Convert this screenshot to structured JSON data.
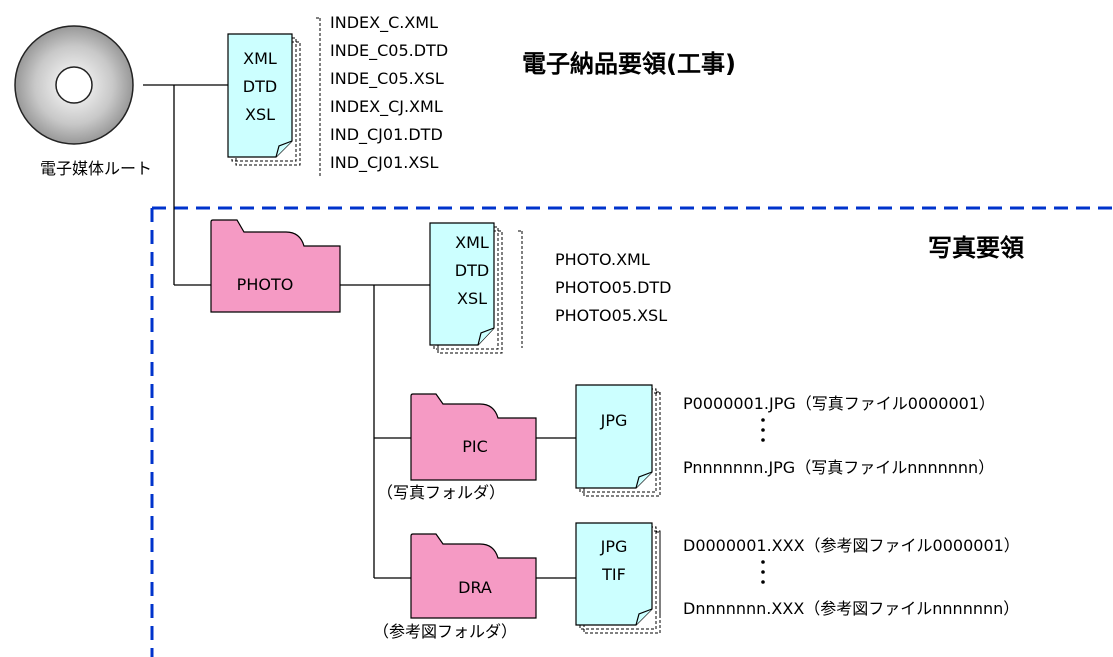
{
  "titles": {
    "main": "電子納品要領(工事)",
    "photo_section": "写真要領"
  },
  "root": {
    "label": "電子媒体ルート",
    "icon": "cd-disc-icon"
  },
  "root_files": {
    "types": [
      "XML",
      "DTD",
      "XSL"
    ],
    "names": [
      "INDEX_C.XML",
      "INDE_C05.DTD",
      "INDE_C05.XSL",
      "INDEX_CJ.XML",
      "IND_CJ01.DTD",
      "IND_CJ01.XSL"
    ]
  },
  "photo_folder": {
    "label": "PHOTO",
    "types": [
      "XML",
      "DTD",
      "XSL"
    ],
    "names": [
      "PHOTO.XML",
      "PHOTO05.DTD",
      "PHOTO05.XSL"
    ]
  },
  "pic_folder": {
    "label": "PIC",
    "caption": "（写真フォルダ）",
    "types": [
      "JPG"
    ],
    "first_file": "P0000001.JPG（写真ファイル0000001）",
    "last_file": "Pnnnnnnn.JPG（写真ファイルnnnnnnn）"
  },
  "dra_folder": {
    "label": "DRA",
    "caption": "（参考図フォルダ）",
    "types": [
      "JPG",
      "TIF"
    ],
    "first_file": "D0000001.XXX（参考図ファイル0000001）",
    "last_file": "Dnnnnnnn.XXX（参考図ファイルnnnnnnn）"
  },
  "colors": {
    "folder_fill": "#f59ac4",
    "doc_fill": "#ccffff",
    "dashed_border": "#0033cc",
    "disc_fill": "#bdbdbd"
  }
}
